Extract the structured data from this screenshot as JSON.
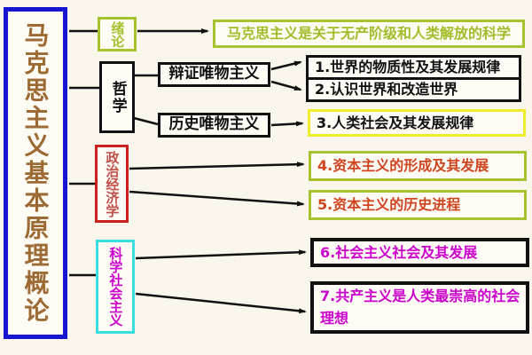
{
  "root": {
    "label": "马克思主义基本原理概论"
  },
  "categories": {
    "intro": {
      "label": "绪论"
    },
    "philosophy": {
      "label": "哲学"
    },
    "political_economy": {
      "label": "政治经济学"
    },
    "scientific_socialism": {
      "label": "科学社会主义"
    }
  },
  "philosophy_branches": {
    "dialectical_materialism": {
      "label": "辩证唯物主义"
    },
    "historical_materialism": {
      "label": "历史唯物主义"
    }
  },
  "leaves": {
    "intro_summary": {
      "label": "马克思主义是关于无产阶级和人类解放的科学"
    },
    "topic1": {
      "label": "1.世界的物质性及其发展规律"
    },
    "topic2": {
      "label": "2.认识世界和改造世界"
    },
    "topic3": {
      "label": "3.人类社会及其发展规律"
    },
    "topic4": {
      "label": "4.资本主义的形成及其发展"
    },
    "topic5": {
      "label": "5.资本主义的历史进程"
    },
    "topic6": {
      "label": "6.社会主义社会及其发展"
    },
    "topic7": {
      "label": "7.共产主义是人类最崇高的社会理想"
    }
  },
  "colors": {
    "background": "#faf6ec",
    "root_border_blue": "#1616d0",
    "root_text_brown": "#9d6a33",
    "yellowgreen_border": "#a6c22f",
    "yellowgreen_text": "#a2bd2a",
    "black": "#111111",
    "yellow_border": "#f0ec2c",
    "red_border": "#cc1f1f",
    "red_text": "#c0504a",
    "orange_red_text": "#cf4520",
    "cyan_border": "#3adede",
    "magenta_text": "#cc00cc"
  }
}
